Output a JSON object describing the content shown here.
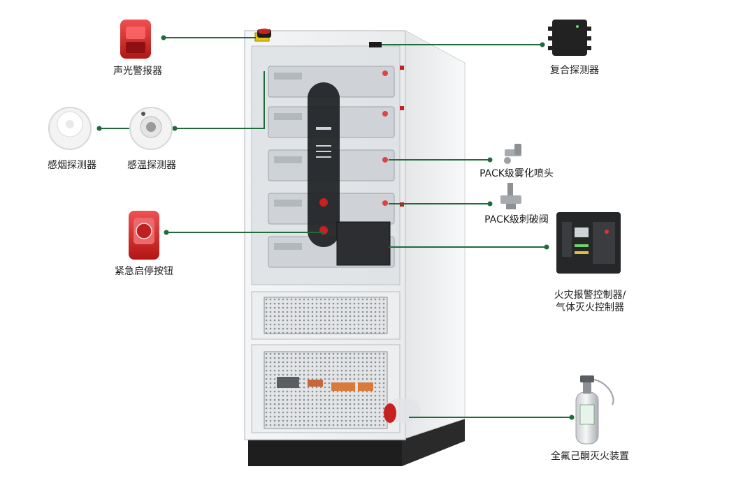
{
  "colors": {
    "leader": "#1f6b3a",
    "cabinet": "#f2f3f4",
    "alarm_red": "#d41f1f"
  },
  "components": {
    "sound_light_alarm": {
      "label": "声光警报器",
      "icon": "sound-light-alarm-icon"
    },
    "smoke_detector": {
      "label": "感烟探测器",
      "icon": "smoke-detector-icon"
    },
    "heat_detector": {
      "label": "感温探测器",
      "icon": "heat-detector-icon"
    },
    "emergency_button": {
      "label": "紧急启停按钮",
      "icon": "emergency-stop-button-icon"
    },
    "composite_detector": {
      "label": "复合探测器",
      "icon": "composite-detector-icon"
    },
    "pack_nozzle": {
      "label": "PACK级雾化喷头",
      "icon": "spray-nozzle-icon"
    },
    "pack_valve": {
      "label": "PACK级刺破阀",
      "icon": "puncture-valve-icon"
    },
    "fire_controller": {
      "label_line1": "火灾报警控制器/",
      "label_line2": "气体灭火控制器",
      "icon": "fire-alarm-controller-icon"
    },
    "extinguisher": {
      "label": "全氟己酮灭火装置",
      "icon": "gas-extinguisher-icon"
    }
  }
}
